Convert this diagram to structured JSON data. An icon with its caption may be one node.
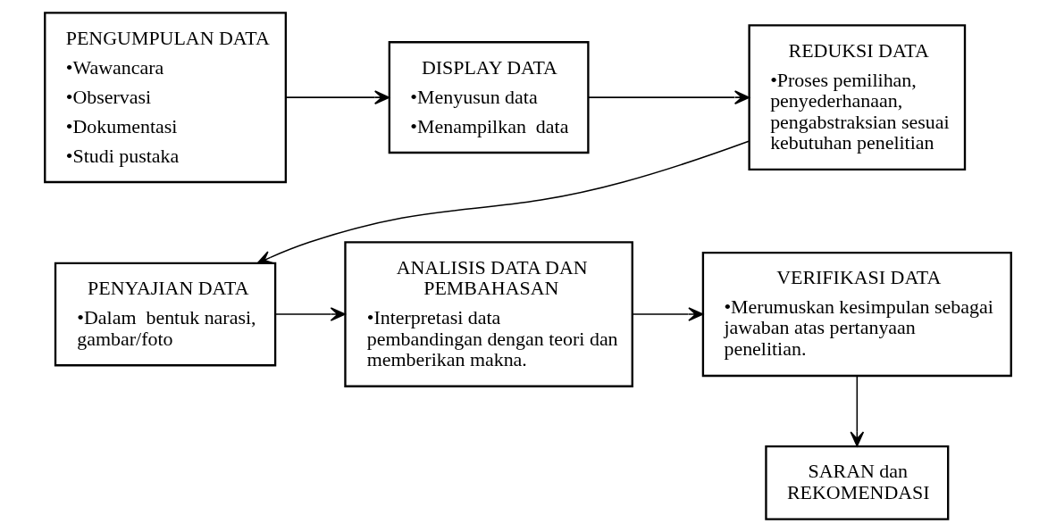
{
  "diagram": {
    "nodes": [
      {
        "text": [
          "PENGUMPULAN DATA",
          "•Wawancara",
          "•Observasi",
          "•Dokumentasi",
          "•Studi pustaka"
        ]
      },
      {
        "text": [
          "DISPLAY DATA",
          "•Menyusun data",
          "•Menampilkan  data"
        ]
      },
      {
        "text": [
          "REDUKSI DATA",
          "•Proses pemilihan, penyederhanaan, pengabstraksian sesuai kebutuhan penelitian"
        ]
      },
      {
        "text": [
          "PENYAJIAN DATA",
          "•Dalam  bentuk narasi, gambar/foto"
        ]
      },
      {
        "text": [
          "ANALISIS DATA DAN PEMBAHASAN",
          "•Interpretasi data pembandingan dengan teori dan memberikan makna."
        ]
      },
      {
        "text": [
          "VERIFIKASI DATA",
          "•Merumuskan kesimpulan sebagai jawaban atas pertanyaan penelitian."
        ]
      },
      {
        "text": [
          "SARAN dan REKOMENDASI"
        ]
      }
    ],
    "edges": [
      {
        "from": 0,
        "to": 1,
        "arrow": "to"
      },
      {
        "from": 1,
        "to": 2,
        "arrow": "to"
      },
      {
        "from": 2,
        "to": 3,
        "arrow": "to"
      },
      {
        "from": 3,
        "to": 4,
        "arrow": "to"
      },
      {
        "from": 4,
        "to": 5,
        "arrow": "to"
      },
      {
        "from": 5,
        "to": 6,
        "arrow": "to"
      }
    ]
  }
}
